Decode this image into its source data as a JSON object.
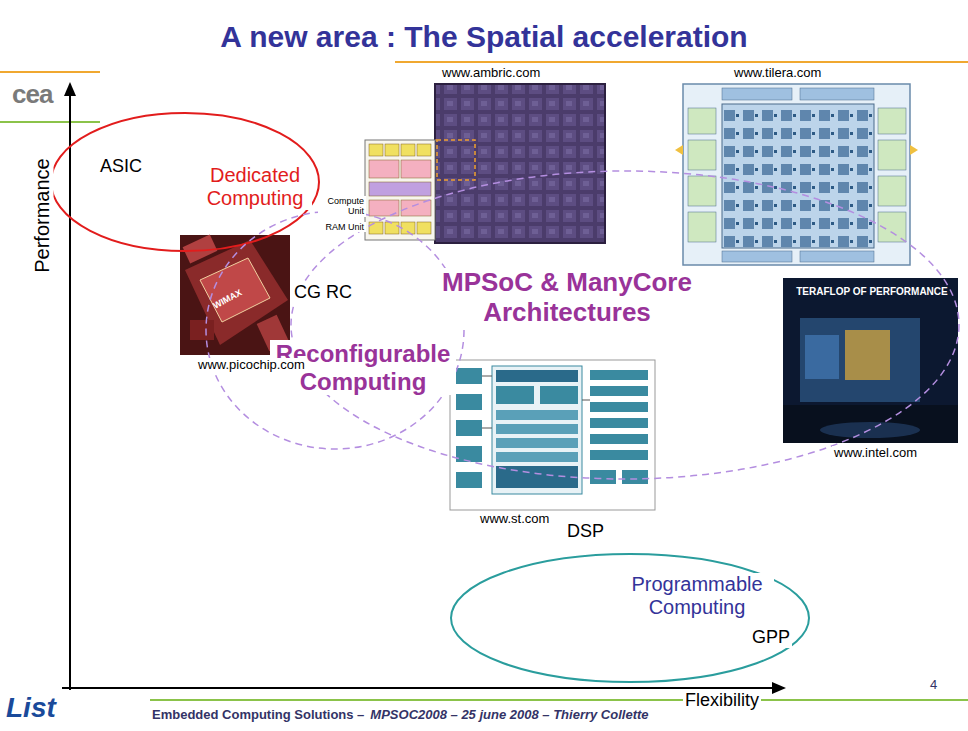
{
  "diagram": {
    "title": "A new area : The Spatial acceleration",
    "nodes": [
      {
        "text": [
          "ASIC",
          "Dedicated Computing"
        ]
      },
      {
        "text": [
          "MPSoC & ManyCore Architectures"
        ]
      },
      {
        "text": [
          "CG RC",
          "Reconfigurable Computing"
        ]
      },
      {
        "text": [
          "DSP",
          "Programmable Computing",
          "GPP"
        ]
      }
    ],
    "labels": [
      "www.ambric.com",
      "www.tilera.com",
      "www.picochip.com",
      "www.intel.com",
      "www.st.com",
      "Performance",
      "Flexibility",
      "cea",
      "List",
      "Embedded Computing Solutions –",
      "MPSOC2008 – 25 june 2008 – Thierry Collette",
      "4",
      "Compute Unit",
      "RAM Unit",
      "TERAFLOP OF PERFORMANCE",
      "WIMAX"
    ]
  }
}
